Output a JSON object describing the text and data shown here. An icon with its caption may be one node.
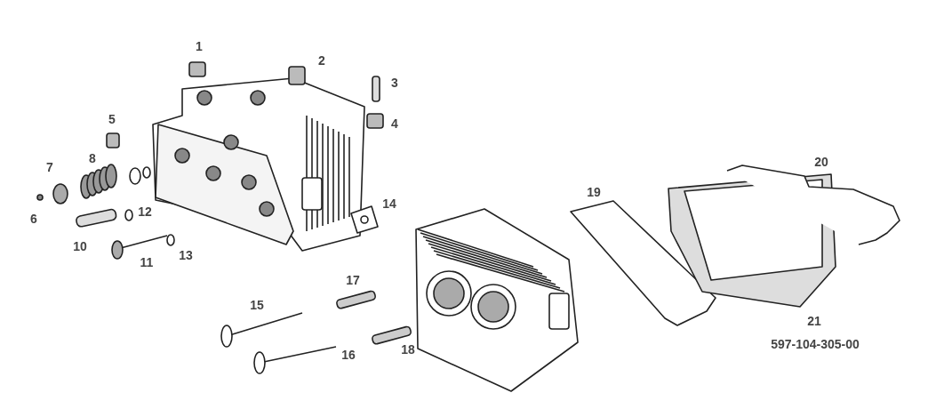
{
  "diagram": {
    "labels": [
      "1",
      "2",
      "3",
      "5",
      "4",
      "8",
      "20",
      "7",
      "19",
      "14",
      "12",
      "6",
      "10",
      "13",
      "11",
      "17",
      "15",
      "21",
      "597-104-305-00",
      "18",
      "16"
    ]
  }
}
